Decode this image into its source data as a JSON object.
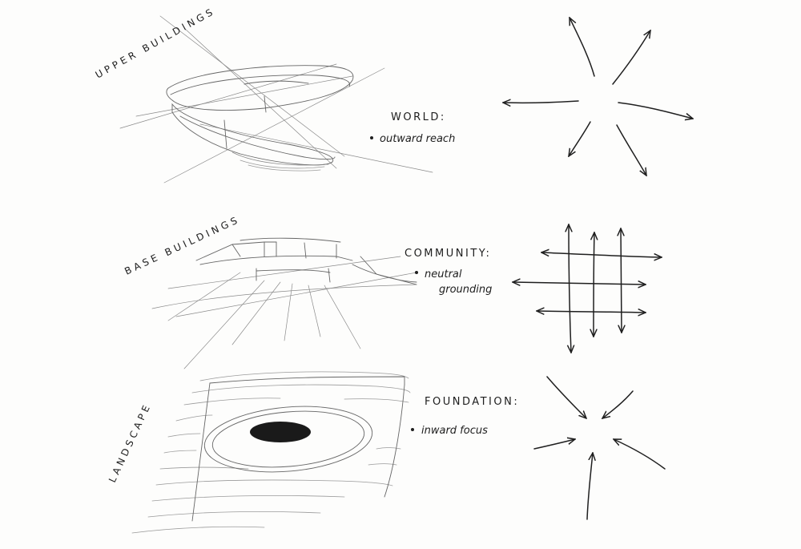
{
  "rows": [
    {
      "id": "world",
      "sketch_label": "UPPER BUILDINGS",
      "heading": "WORLD:",
      "notes": [
        "outward reach"
      ],
      "arrow_pattern": "radial-outward"
    },
    {
      "id": "community",
      "sketch_label": "BASE BUILDINGS",
      "heading": "COMMUNITY:",
      "notes": [
        "neutral",
        "grounding"
      ],
      "arrow_pattern": "grid-bidirectional"
    },
    {
      "id": "foundation",
      "sketch_label": "LANDSCAPE",
      "heading": "FOUNDATION:",
      "notes": [
        "inward focus"
      ],
      "arrow_pattern": "radial-inward"
    }
  ],
  "colors": {
    "ink": "#1f1f1f",
    "pencil": "#666666",
    "paper": "#fdfdfc"
  }
}
